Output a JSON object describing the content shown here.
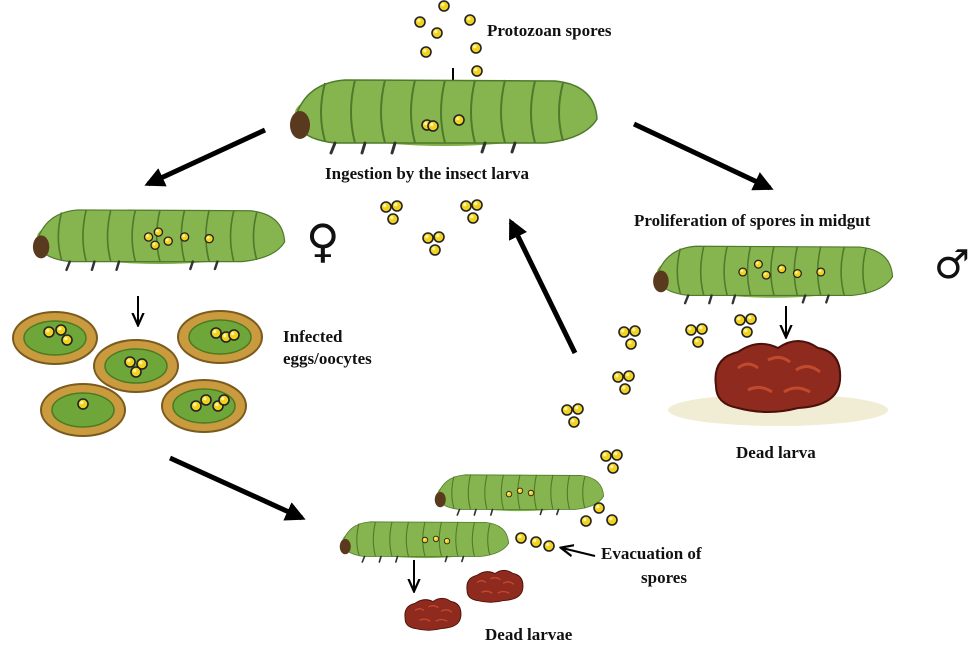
{
  "labels": {
    "spores": "Protozoan spores",
    "ingestion": "Ingestion by the insect larva",
    "proliferation": "Proliferation of spores in midgut",
    "infected_line1": "Infected",
    "infected_line2": "eggs/oocytes",
    "dead_larva": "Dead larva",
    "evacuation_line1": "Evacuation of",
    "evacuation_line2": "spores",
    "dead_larvae": "Dead larvae"
  },
  "symbols": {
    "female": "♀",
    "male": "♂"
  },
  "colors": {
    "larva_body": "#7fae4a",
    "larva_dark": "#4f7a2b",
    "spore_fill": "#f3d21f",
    "egg_ring": "#c99a3e",
    "egg_inner": "#6fa63a",
    "dead_larva": "#8e2a1e",
    "arrow": "#000000"
  }
}
